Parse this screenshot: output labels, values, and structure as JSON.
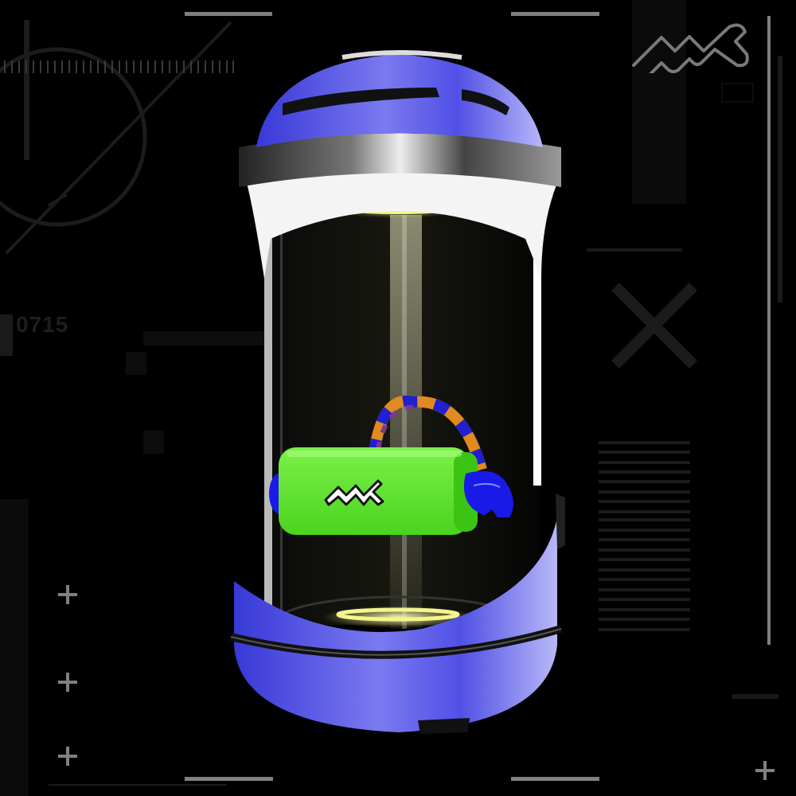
{
  "artwork": {
    "hud_code": "0715",
    "logo_glyph": "mk-zigzag-logo",
    "headset_logo_glyph": "mk-zigzag-logo"
  },
  "colors": {
    "background": "#000000",
    "hud_dim": "#1a1a1a",
    "hud_mid": "#2a2a2a",
    "hud_light": "#808080",
    "capsule_blue": "#4a4ae8",
    "capsule_blue_light": "#9a9af5",
    "chrome": "#c8c8c8",
    "glow_yellow": "#f3f39a",
    "headset_green": "#5fe82e",
    "headset_blue": "#1a1ae0",
    "strap_orange": "#e08a20"
  },
  "icons": {
    "close": "x-cross-icon",
    "plus": "plus-icon"
  }
}
